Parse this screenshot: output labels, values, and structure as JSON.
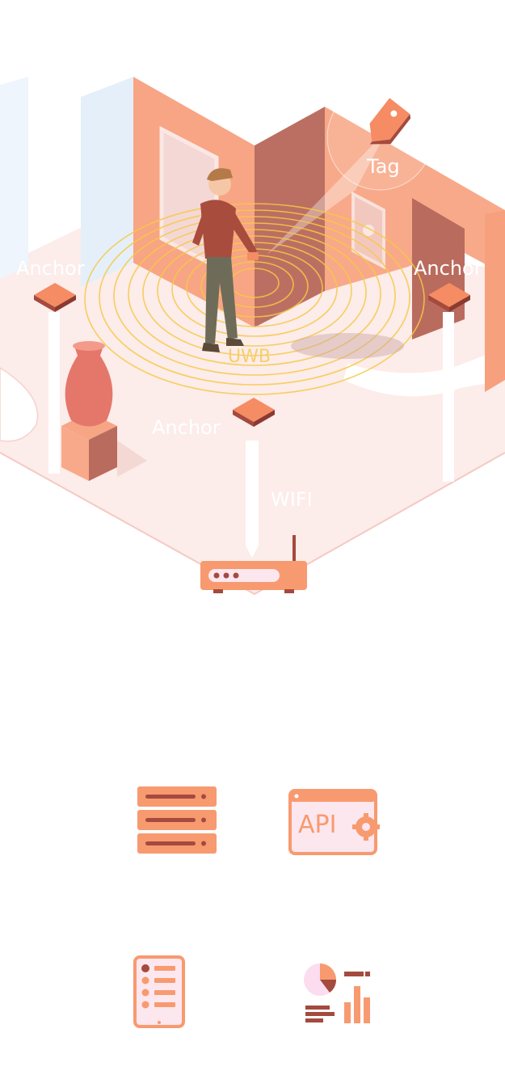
{
  "diagram": {
    "labels": {
      "tag": "Tag",
      "anchor_left": "Anchor",
      "anchor_right": "Anchor",
      "anchor_bottom": "Anchor",
      "uwb": "UWB",
      "wifi": "WIFI"
    },
    "colors": {
      "wall_orange": "#f7a07e",
      "wall_dark": "#b9675a",
      "floor": "#fcecea",
      "glass": "#e6f1fb",
      "uwb_wave": "#f6c944",
      "anchor_top": "#f58c63",
      "anchor_side": "#a44a3e",
      "router": "#f89a6f"
    }
  },
  "features": {
    "icons": [
      "server-stack-icon",
      "api-settings-icon",
      "checklist-tablet-icon",
      "analytics-charts-icon"
    ],
    "api_text": "API"
  }
}
